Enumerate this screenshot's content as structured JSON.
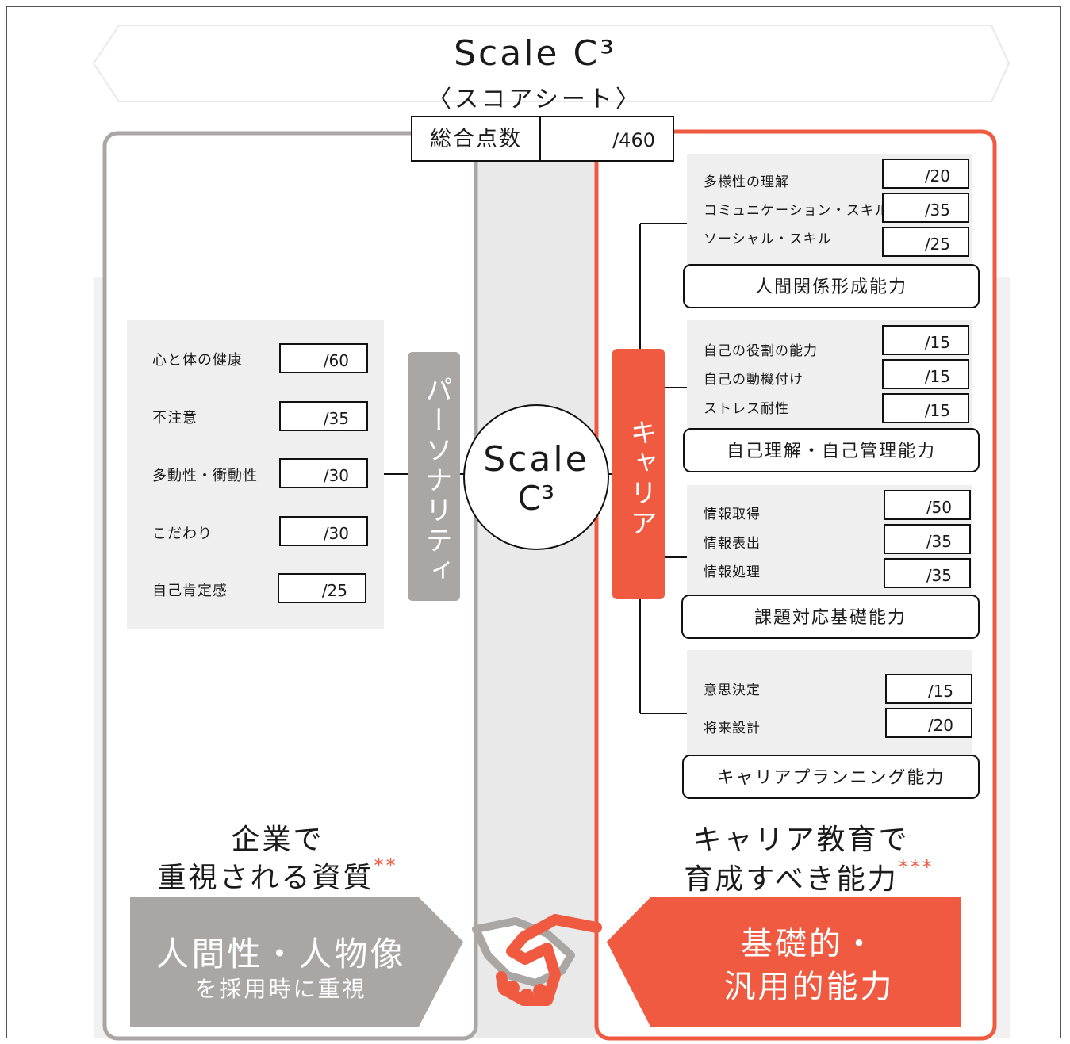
{
  "colors": {
    "accent": "#f05a40",
    "gray": "#a9a6a4",
    "panel": "#efefef"
  },
  "title": {
    "main": "Scale C³",
    "sub": "〈スコアシート〉"
  },
  "total": {
    "label": "総合点数",
    "value": "/460"
  },
  "center_badge": {
    "line1": "Scale",
    "line2": "C³"
  },
  "personality": {
    "tab": "パーソナリティ",
    "items": [
      {
        "label": "心と体の健康",
        "score": "/60"
      },
      {
        "label": "不注意",
        "score": "/35"
      },
      {
        "label": "多動性・衝動性",
        "score": "/30"
      },
      {
        "label": "こだわり",
        "score": "/30"
      },
      {
        "label": "自己肯定感",
        "score": "/25"
      }
    ],
    "heading1": "企業で",
    "heading2": "重視される資質",
    "heading_mark": "**",
    "banner1": "人間性・人物像",
    "banner2": "を採用時に重視"
  },
  "career": {
    "tab": "キャリア",
    "groups": [
      {
        "category": "人間関係形成能力",
        "items": [
          {
            "label": "多様性の理解",
            "score": "/20"
          },
          {
            "label": "コミュニケーション・スキル",
            "score": "/35"
          },
          {
            "label": "ソーシャル・スキル",
            "score": "/25"
          }
        ]
      },
      {
        "category": "自己理解・自己管理能力",
        "items": [
          {
            "label": "自己の役割の能力",
            "score": "/15"
          },
          {
            "label": "自己の動機付け",
            "score": "/15"
          },
          {
            "label": "ストレス耐性",
            "score": "/15"
          }
        ]
      },
      {
        "category": "課題対応基礎能力",
        "items": [
          {
            "label": "情報取得",
            "score": "/50"
          },
          {
            "label": "情報表出",
            "score": "/35"
          },
          {
            "label": "情報処理",
            "score": "/35"
          }
        ]
      },
      {
        "category": "キャリアプランニング能力",
        "items": [
          {
            "label": "意思決定",
            "score": "/15"
          },
          {
            "label": "将来設計",
            "score": "/20"
          }
        ]
      }
    ],
    "heading1": "キャリア教育で",
    "heading2": "育成すべき能力",
    "heading_mark": "***",
    "banner1": "基礎的・",
    "banner2": "汎用的能力"
  }
}
